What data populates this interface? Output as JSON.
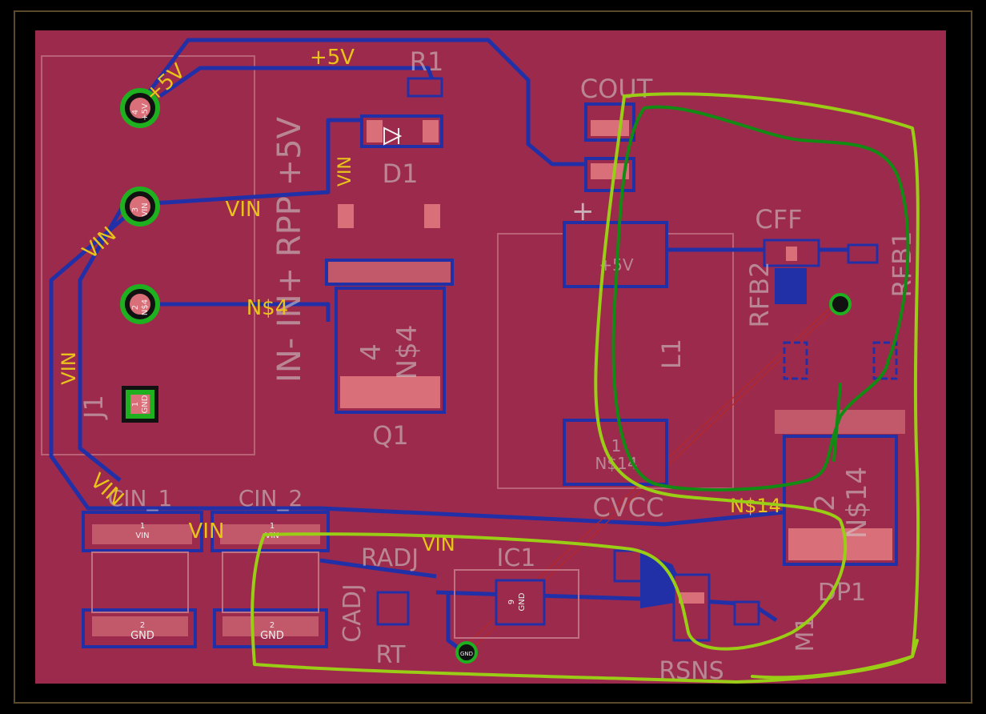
{
  "net_labels": {
    "p5v_top": "+5V",
    "p5v_diag": "+5V",
    "vin_mid": "VIN",
    "vin_diag": "VIN",
    "vin_left": "VIN",
    "vin_vert": "VIN",
    "vin_bot_diag": "VIN",
    "vin_cin": "VIN",
    "vin_bot": "VIN",
    "ns4": "N$4",
    "ns14": "N$14"
  },
  "components": {
    "r1": "R1",
    "d1": "D1",
    "cout": "COUT",
    "cff": "CFF",
    "rfb1": "RFB1",
    "rfb2": "RFB2",
    "l1": "L1",
    "q1": "Q1",
    "j1": "J1",
    "cin1": "CIN_1",
    "cin2": "CIN_2",
    "cvcc": "CVCC",
    "radj": "RADJ",
    "ic1": "IC1",
    "cadj": "CADJ",
    "rt": "RT",
    "rsns": "RSNS",
    "dp1": "DP1",
    "m1": "M1",
    "j1_label": "IN- IN+ RPP +5V"
  },
  "pads": {
    "j1_p4_num": "4",
    "j1_p4_net": "+5V",
    "j1_p3_num": "3",
    "j1_p3_net": "VIN",
    "j1_p2_num": "2",
    "j1_p2_net": "N$4",
    "j1_p1_num": "1",
    "j1_p1_net": "GND",
    "q1_num": "4",
    "q1_net": "N$4",
    "cout_p1_net": "+5V",
    "cout_plus": "+",
    "l1_p1_num": "1",
    "l1_p1_net": "N$14",
    "m1_p2_num": "2",
    "m1_p2_net": "N$14",
    "cin1_p1_num": "1",
    "cin1_p1_net": "VIN",
    "cin1_p2_num": "2",
    "cin1_p2_net": "GND",
    "cin2_p1_num": "1",
    "cin2_p1_net": "VIN",
    "cin2_p2_num": "2",
    "cin2_p2_net": "GND",
    "ic1_num": "9",
    "ic1_net": "GND",
    "via_gnd": "GND"
  },
  "colors": {
    "background": "#000000",
    "board": "#9c2a4c",
    "board_edge": "#5a4a2a",
    "copper_outline": "#2230a8",
    "pad": "#d96f78",
    "pad_bright": "#ee8a90",
    "via_ring": "#1fb01f",
    "net_text": "#e8c31a",
    "highlight_light": "#9acd15",
    "highlight_dark": "#138a13"
  }
}
